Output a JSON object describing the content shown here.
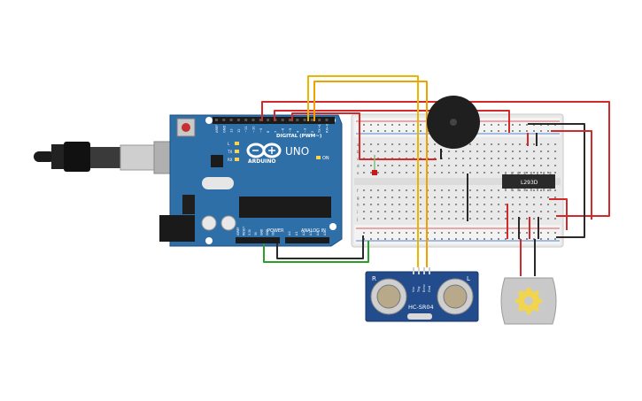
{
  "colors": {
    "board_blue": "#2f6fa8",
    "board_dark": "#1f4f7f",
    "breadboard": "#e9e9e9",
    "wire_red": "#d22a2a",
    "wire_black": "#2a2a2a",
    "wire_yellow": "#e8b800",
    "wire_orange": "#f0a000",
    "wire_green": "#2aa02a",
    "sensor_blue": "#234c8c",
    "motor_grey": "#c9c9c9",
    "gear_yellow": "#f1d54e"
  },
  "arduino": {
    "brand": "ARDUINO",
    "model": "UNO",
    "digital_label": "DIGITAL (PWM~)",
    "power_label": "POWER",
    "analog_label": "ANALOG IN",
    "on_label": "ON",
    "leds": [
      "L",
      "TX",
      "RX"
    ],
    "digital_pins": [
      "AREF",
      "GND",
      "13",
      "12",
      "~11",
      "~10",
      "~9",
      "8",
      "7",
      "~6",
      "~5",
      "4",
      "~3",
      "2",
      "TX→1",
      "RX←0"
    ],
    "power_pins": [
      "IOREF",
      "RESET",
      "3.3V",
      "5V",
      "GND",
      "GND",
      "Vin"
    ],
    "analog_pins": [
      "A0",
      "A1",
      "A2",
      "A3",
      "A4",
      "A5"
    ]
  },
  "breadboard": {
    "row_labels_top": [
      "a",
      "b",
      "c",
      "d",
      "e"
    ],
    "row_labels_bottom": [
      "f",
      "g",
      "h",
      "i",
      "j"
    ]
  },
  "ic": {
    "label": "L293D"
  },
  "sensor": {
    "model": "HC-SR04",
    "pins": [
      "Vcc",
      "Trig",
      "Echo",
      "Gnd"
    ],
    "side_left": "R",
    "side_right": "L"
  },
  "icons": [
    "usb-cable-icon",
    "buzzer-icon",
    "motor-icon",
    "gear-icon"
  ]
}
